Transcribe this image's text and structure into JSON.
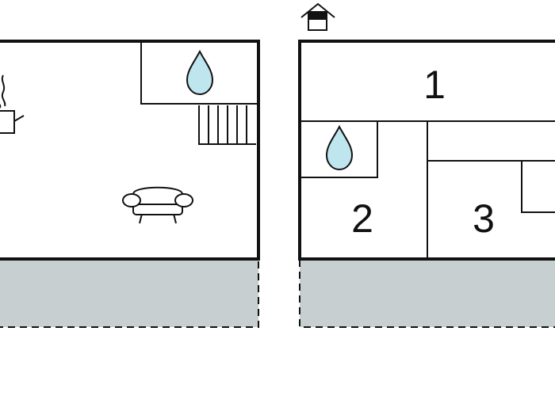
{
  "colors": {
    "wall": "#111111",
    "terrace_fill": "#c8cfd0",
    "water_drop": "#bfe6ee",
    "background": "#ffffff"
  },
  "floor_left": {
    "icons": [
      "kitchen-icon",
      "water-drop-icon",
      "stairs-icon",
      "sofa-icon"
    ]
  },
  "floor_right": {
    "icons": [
      "house-entrance-icon",
      "water-drop-icon"
    ],
    "rooms": [
      {
        "label": "1"
      },
      {
        "label": "2"
      },
      {
        "label": "3"
      }
    ]
  }
}
